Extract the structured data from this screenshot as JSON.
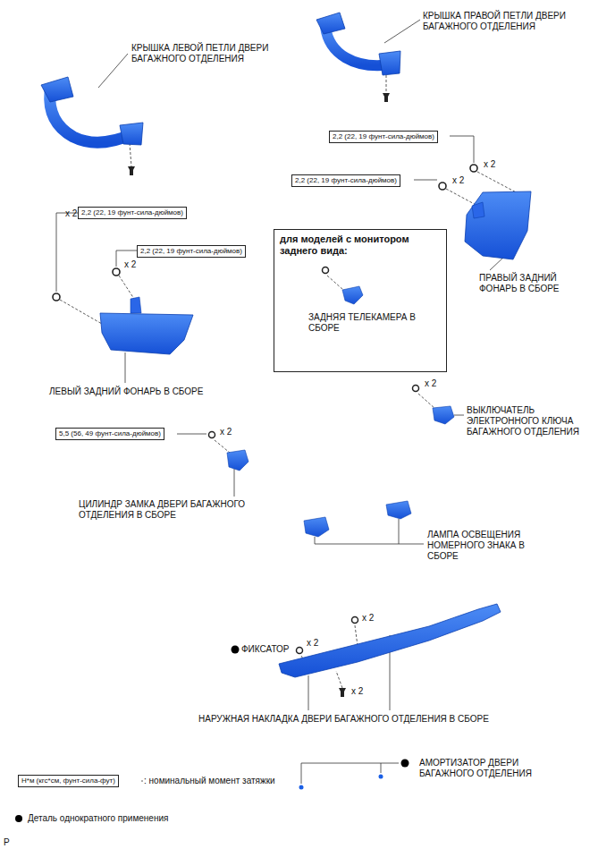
{
  "diagram": {
    "nodes": [
      {
        "text": [
          "2,2 (22, 19 фунт-сила-дюймов)"
        ]
      },
      {
        "text": [
          "2,2 (22, 19 фунт-сила-дюймов)"
        ]
      },
      {
        "text": [
          "2,2 (22, 19 фунт-сила-дюймов)"
        ]
      },
      {
        "text": [
          "для моделей с монитором заднего вида:",
          "ЗАДНЯЯ ТЕЛЕКАМЕРА В СБОРЕ"
        ]
      },
      {
        "text": [
          "2,2 (22, 19 фунт-сила-дюймов)"
        ]
      },
      {
        "text": [
          "5,5 (56, 49 фунт-сила-дюймов)"
        ]
      },
      {
        "text": [
          "Н*м (кгс*см, фунт-сила-фут)"
        ]
      }
    ],
    "labels": [
      "КРЫШКА ПРАВОЙ ПЕТЛИ ДВЕРИ БАГАЖНОГО ОТДЕЛЕНИЯ",
      "КРЫШКА ЛЕВОЙ ПЕТЛИ ДВЕРИ БАГАЖНОГО ОТДЕЛЕНИЯ",
      "x 2",
      "x 2",
      "x 2",
      "x 2",
      "ПРАВЫЙ ЗАДНИЙ ФОНАРЬ В СБОРЕ",
      "x 2",
      "ЛЕВЫЙ ЗАДНИЙ ФОНАРЬ В СБОРЕ",
      "ВЫКЛЮЧАТЕЛЬ ЭЛЕКТРОННОГО КЛЮЧА БАГАЖНОГО ОТДЕЛЕНИЯ",
      "x 2",
      "ЦИЛИНДР ЗАМКА ДВЕРИ БАГАЖНОГО ОТДЕЛЕНИЯ В СБОРЕ",
      "ЛАМПА ОСВЕЩЕНИЯ НОМЕРНОГО ЗНАКА В СБОРЕ",
      "x 2",
      "ФИКСАТОР",
      "x 2",
      "x 2",
      "НАРУЖНАЯ НАКЛАДКА ДВЕРИ БАГАЖНОГО ОТДЕЛЕНИЯ В СБОРЕ",
      "АМОРТИЗАТОР ДВЕРИ БАГАЖНОГО ОТДЕЛЕНИЯ",
      ": номинальный момент затяжки",
      "P"
    ],
    "legend": [
      {
        "text": "Деталь однократного применения"
      }
    ]
  }
}
